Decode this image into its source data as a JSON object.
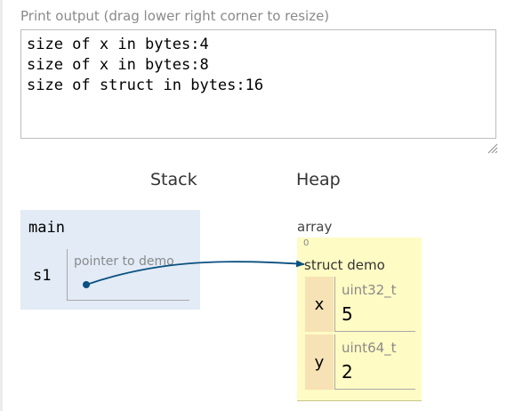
{
  "print_output": {
    "label": "Print output (drag lower right corner to resize)",
    "lines": [
      "size of x in bytes:4",
      "size of x in bytes:8",
      "size of struct in bytes:16"
    ]
  },
  "headers": {
    "stack": "Stack",
    "heap": "Heap"
  },
  "stack": {
    "frame_name": "main",
    "variables": [
      {
        "name": "s1",
        "type_label": "pointer to demo"
      }
    ]
  },
  "heap": {
    "object_label": "array",
    "index": "0",
    "struct_label": "struct demo",
    "fields": [
      {
        "name": "x",
        "type": "uint32_t",
        "value": "5"
      },
      {
        "name": "y",
        "type": "uint64_t",
        "value": "2"
      }
    ]
  },
  "colors": {
    "frame_bg": "#e2ebf6",
    "heap_bg": "#fffbc4",
    "field_name_bg": "#f7e2b5",
    "pointer": "#0a5080"
  }
}
